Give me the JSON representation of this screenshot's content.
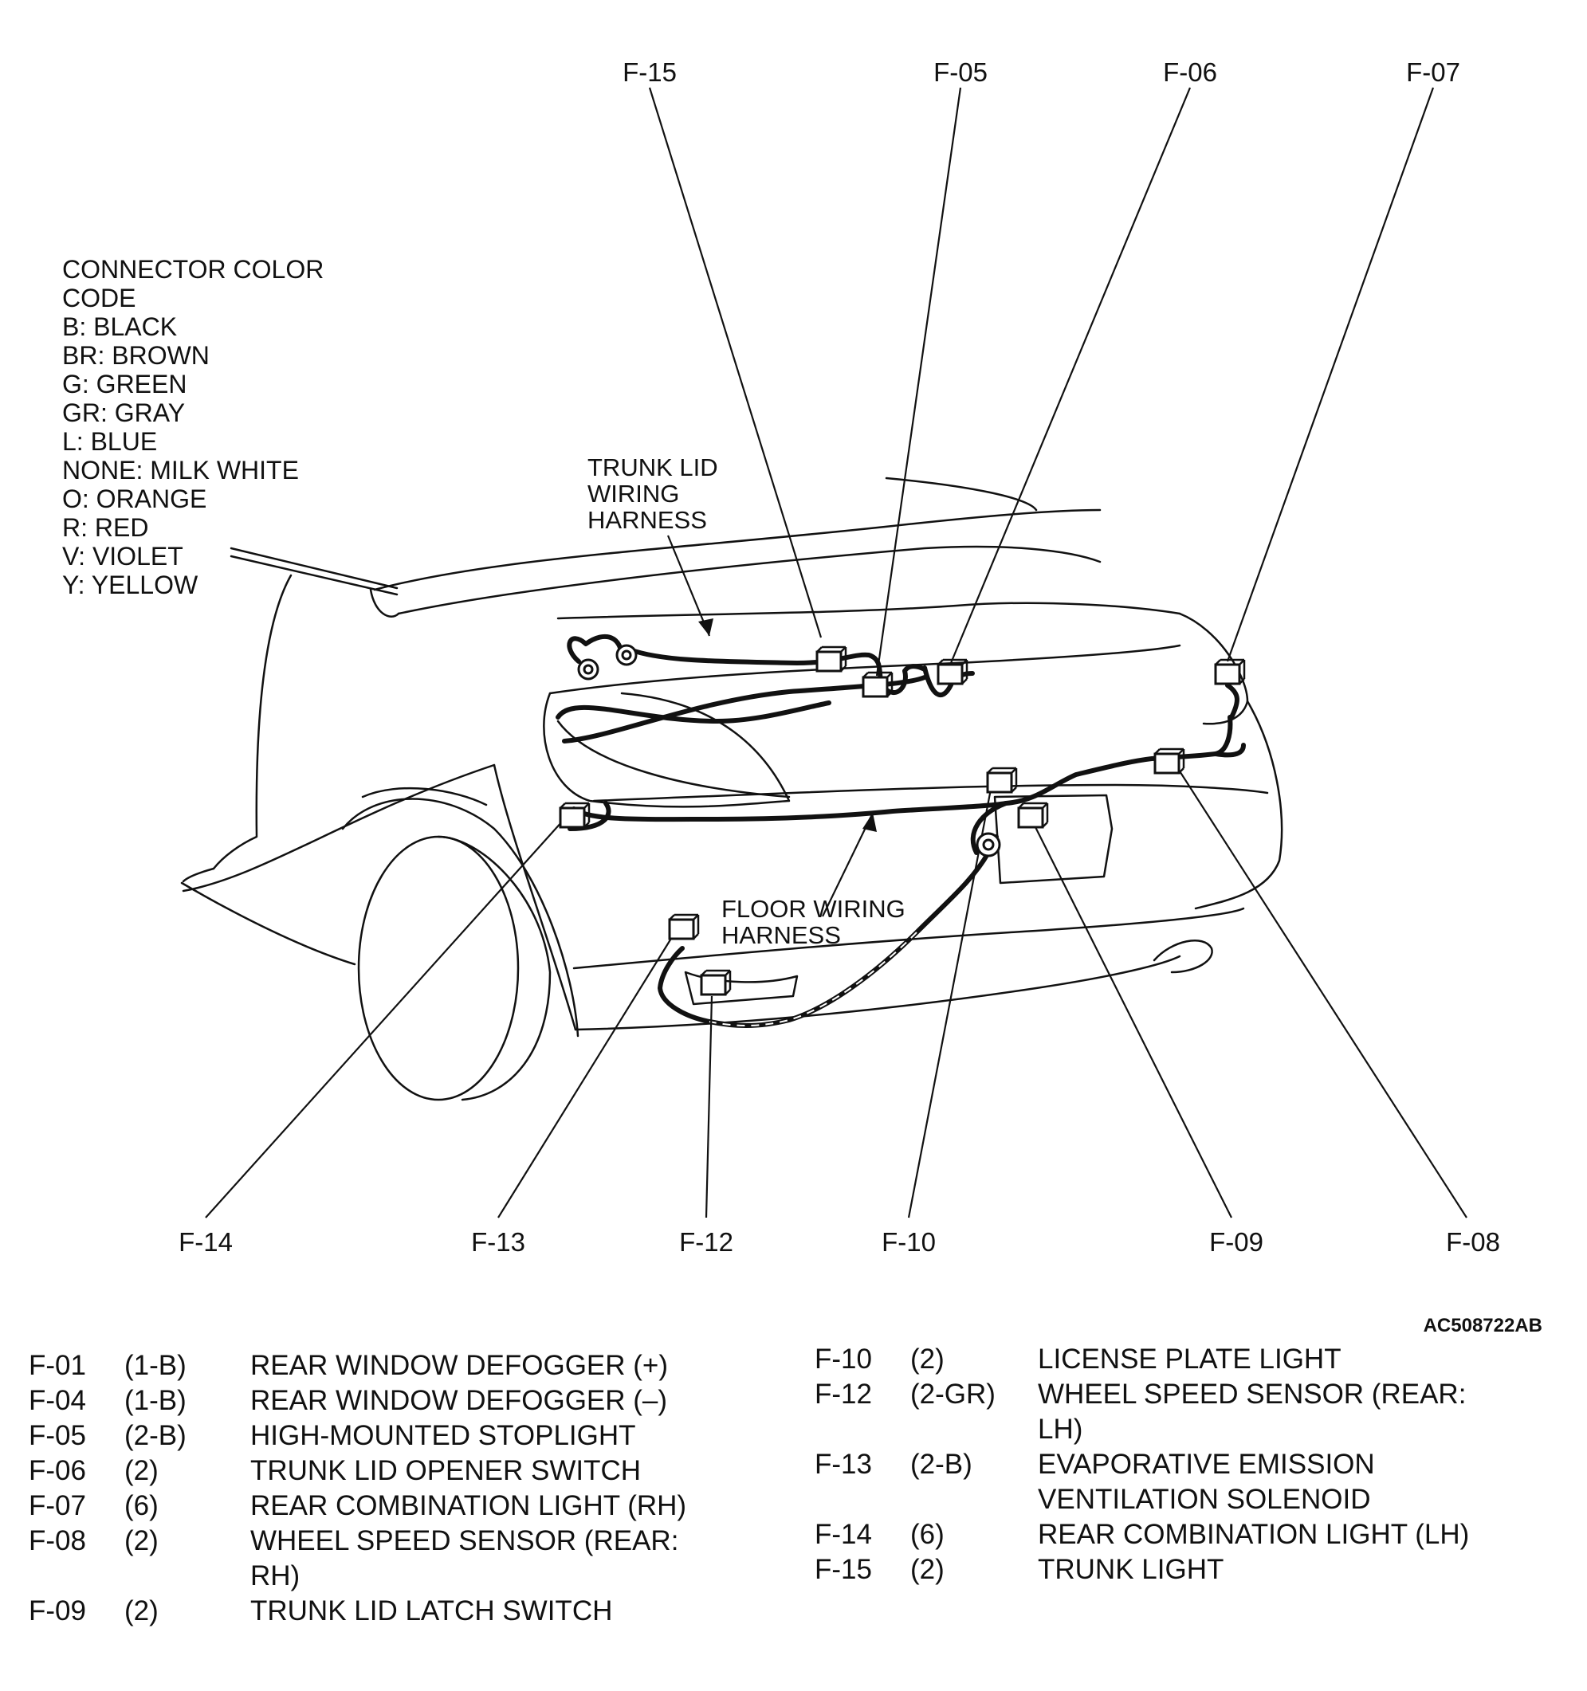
{
  "callouts": {
    "f15": "F-15",
    "f05": "F-05",
    "f06": "F-06",
    "f07": "F-07",
    "f14": "F-14",
    "f13": "F-13",
    "f12": "F-12",
    "f10": "F-10",
    "f09": "F-09",
    "f08": "F-08"
  },
  "color_code": {
    "title_line1": "CONNECTOR COLOR",
    "title_line2": "CODE",
    "entries": [
      "B: BLACK",
      "BR: BROWN",
      "G: GREEN",
      "GR: GRAY",
      "L: BLUE",
      "NONE: MILK WHITE",
      "O: ORANGE",
      "R: RED",
      "V: VIOLET",
      "Y: YELLOW"
    ]
  },
  "harness_labels": {
    "trunk_lid": [
      "TRUNK LID",
      "WIRING",
      "HARNESS"
    ],
    "floor": [
      "FLOOR WIRING",
      "HARNESS"
    ]
  },
  "figure_id": "AC508722AB",
  "legend_left": [
    {
      "code": "F-01",
      "conn": "(1-B)",
      "desc": [
        "REAR WINDOW DEFOGGER (+)"
      ]
    },
    {
      "code": "F-04",
      "conn": "(1-B)",
      "desc": [
        "REAR WINDOW DEFOGGER (–)"
      ]
    },
    {
      "code": "F-05",
      "conn": "(2-B)",
      "desc": [
        "HIGH-MOUNTED STOPLIGHT"
      ]
    },
    {
      "code": "F-06",
      "conn": "(2)",
      "desc": [
        "TRUNK LID OPENER SWITCH"
      ]
    },
    {
      "code": "F-07",
      "conn": "(6)",
      "desc": [
        "REAR COMBINATION LIGHT (RH)"
      ]
    },
    {
      "code": "F-08",
      "conn": "(2)",
      "desc": [
        "WHEEL SPEED SENSOR (REAR:",
        "RH)"
      ]
    },
    {
      "code": "F-09",
      "conn": "(2)",
      "desc": [
        "TRUNK LID LATCH SWITCH"
      ]
    }
  ],
  "legend_right": [
    {
      "code": "F-10",
      "conn": "(2)",
      "desc": [
        "LICENSE PLATE LIGHT"
      ]
    },
    {
      "code": "F-12",
      "conn": "(2-GR)",
      "desc": [
        "WHEEL SPEED SENSOR (REAR:",
        "LH)"
      ]
    },
    {
      "code": "F-13",
      "conn": "(2-B)",
      "desc": [
        "EVAPORATIVE EMISSION",
        "VENTILATION SOLENOID"
      ]
    },
    {
      "code": "F-14",
      "conn": "(6)",
      "desc": [
        "REAR COMBINATION LIGHT (LH)"
      ]
    },
    {
      "code": "F-15",
      "conn": "(2)",
      "desc": [
        "TRUNK LIGHT"
      ]
    }
  ]
}
